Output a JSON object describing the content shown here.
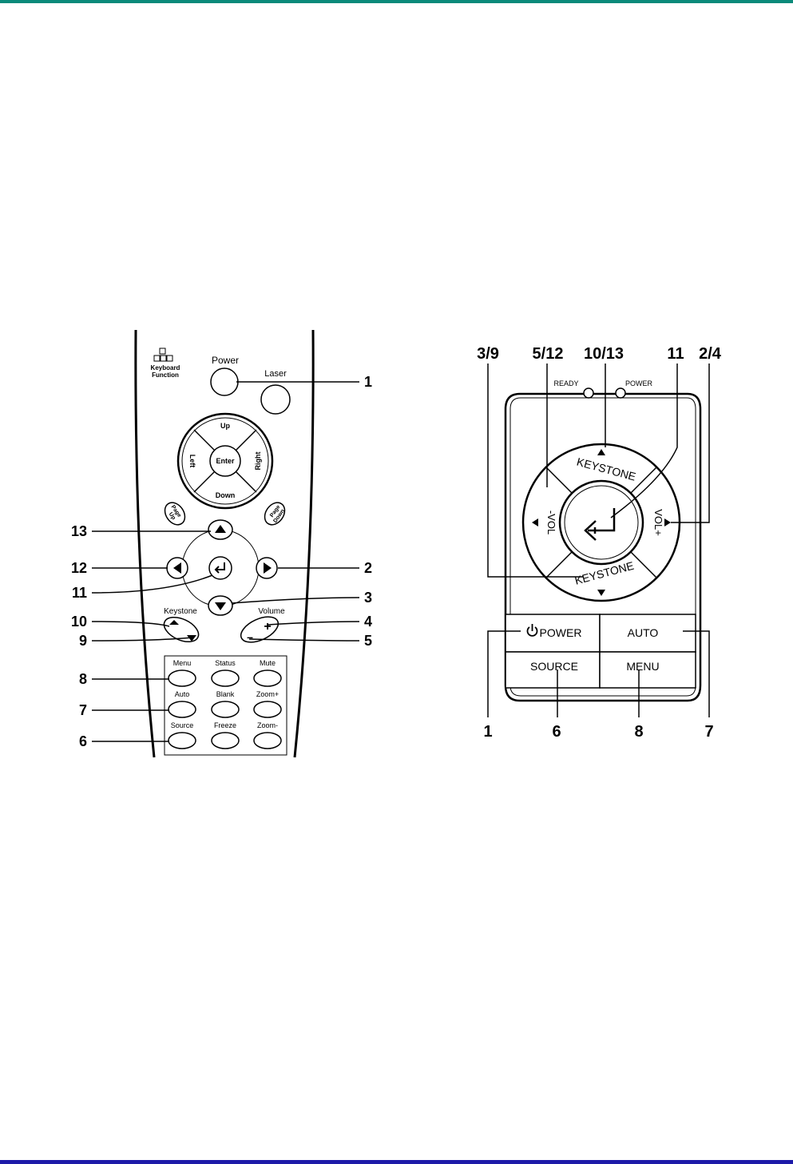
{
  "colors": {
    "top_rule": "#0b8a7a",
    "bottom_rule": "#1d1aa8",
    "ink": "#000000"
  },
  "remote": {
    "keyboard_function": [
      "Keyboard",
      "Function"
    ],
    "power": "Power",
    "laser": "Laser",
    "pad": {
      "up": "Up",
      "down": "Down",
      "left": "Left",
      "right": "Right",
      "enter": "Enter"
    },
    "page_up": [
      "Page",
      "Up"
    ],
    "page_down": [
      "Page",
      "Down"
    ],
    "keystone": "Keystone",
    "volume": "Volume",
    "plus": "+",
    "minus": "–",
    "grid_labels": [
      "Menu",
      "Status",
      "Mute",
      "Auto",
      "Blank",
      "Zoom+",
      "Source",
      "Freeze",
      "Zoom-"
    ],
    "callouts": {
      "c1": "1",
      "c2": "2",
      "c3": "3",
      "c4": "4",
      "c5": "5",
      "c6": "6",
      "c7": "7",
      "c8": "8",
      "c9": "9",
      "c10": "10",
      "c11": "11",
      "c12": "12",
      "c13": "13"
    }
  },
  "panel": {
    "ready": "READY",
    "power_led": "POWER",
    "keystone": "KEYSTONE",
    "vol_minus": "-VOL",
    "vol_plus": "VOL+",
    "power_btn": "POWER",
    "auto_btn": "AUTO",
    "source_btn": "SOURCE",
    "menu_btn": "MENU",
    "callouts_top": {
      "t1": "3/9",
      "t2": "5/12",
      "t3": "10/13",
      "t4": "11",
      "t5": "2/4"
    },
    "callouts_bottom": {
      "b1": "1",
      "b2": "6",
      "b3": "8",
      "b4": "7"
    }
  }
}
